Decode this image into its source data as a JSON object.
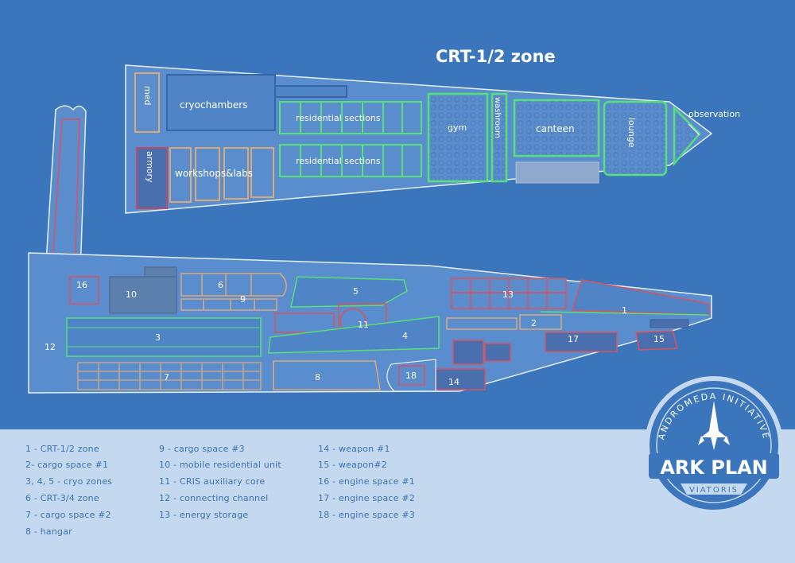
{
  "zone_title": "CRT-1/2 zone",
  "rooms": {
    "med": "med",
    "cryochambers": "cryochambers",
    "armory": "armory",
    "workshops": "workshops&labs",
    "residential_1": "residential sections",
    "residential_2": "residential sections",
    "gym": "gym",
    "washroom": "washroom",
    "canteen": "canteen",
    "lounge": "lounge",
    "observation": "observation"
  },
  "numbers": [
    "1",
    "2",
    "3",
    "4",
    "5",
    "6",
    "7",
    "8",
    "9",
    "10",
    "11",
    "12",
    "13",
    "14",
    "15",
    "16",
    "17",
    "18"
  ],
  "legend": {
    "col1": [
      "1 - CRT-1/2 zone",
      "2- cargo space #1",
      "3, 4, 5 - cryo zones",
      "6 - CRT-3/4 zone",
      "7 - cargo space #2",
      "8 - hangar"
    ],
    "col2": [
      "9 - cargo space #3",
      "10 - mobile residential unit",
      "11 - CRIS auxiliary core",
      "12 - connecting channel",
      "13 - energy storage"
    ],
    "col3": [
      "14 - weapon #1",
      "15 - weapon#2",
      "16 - engine space #1",
      "17 - engine space #2",
      "18 - engine space #3"
    ]
  },
  "badge": {
    "arc_top": "ANDROMEDA INITIATIVE",
    "title": "ARK PLAN",
    "subtitle": "VIATORIS"
  },
  "colors": {
    "background": "#3b76bd",
    "legend_band": "#c4d8ef",
    "outline": "#e6eef8",
    "green": "#56e07a",
    "red": "#d9535f",
    "tan": "#d9a97a",
    "room_fill": "#5b8dcd"
  }
}
